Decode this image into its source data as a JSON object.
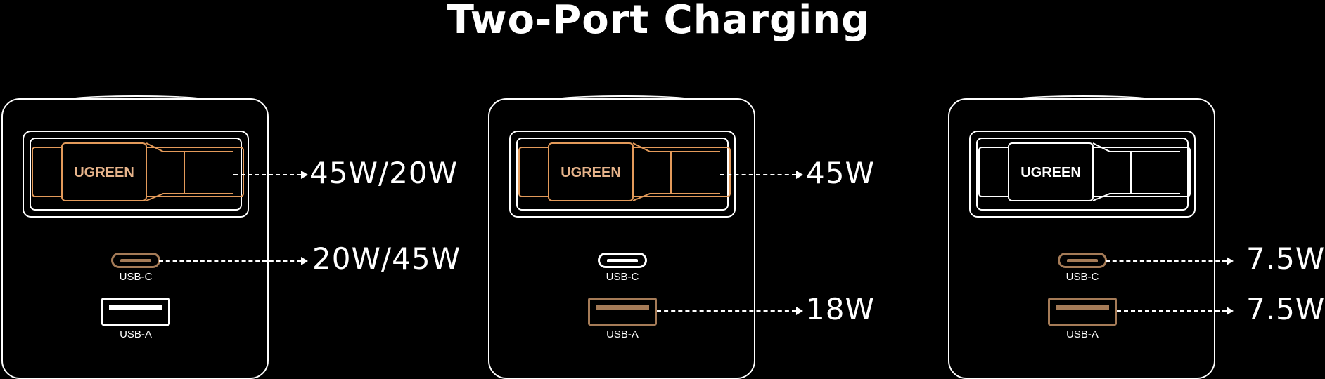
{
  "title": "Two-Port Charging",
  "colors": {
    "background": "#000000",
    "line": "#ffffff",
    "active_port": "#a57b57",
    "active_cable": "#e39a5a"
  },
  "panels": [
    {
      "brand": "UGREEN",
      "cable_active": true,
      "cable_output": "45W/20W",
      "usbc": {
        "label": "USB-C",
        "active": true,
        "output": "20W/45W"
      },
      "usba": {
        "label": "USB-A",
        "active": false,
        "output": ""
      }
    },
    {
      "brand": "UGREEN",
      "cable_active": true,
      "cable_output": "45W",
      "usbc": {
        "label": "USB-C",
        "active": false,
        "output": ""
      },
      "usba": {
        "label": "USB-A",
        "active": true,
        "output": "18W"
      }
    },
    {
      "brand": "UGREEN",
      "cable_active": false,
      "cable_output": "",
      "usbc": {
        "label": "USB-C",
        "active": true,
        "output": "7.5W"
      },
      "usba": {
        "label": "USB-A",
        "active": true,
        "output": "7.5W"
      }
    }
  ]
}
